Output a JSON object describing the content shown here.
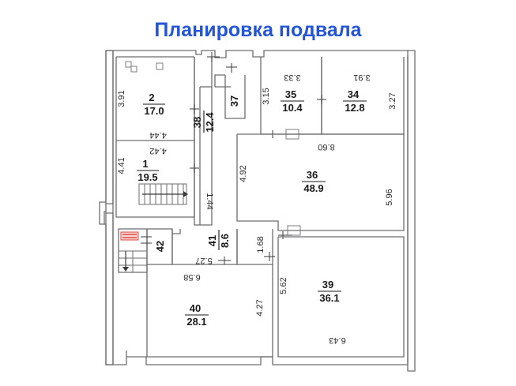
{
  "page": {
    "title": "Планировка подвала",
    "title_color": "#2256d6",
    "background_color": "#ffffff",
    "plan_line_color": "#6d6e70",
    "accent_marker_color": "#e2483f",
    "plan_type": "floor-plan",
    "floor_label": "подвал"
  },
  "rooms": [
    {
      "id": "r2",
      "number": "2",
      "area": "17.0",
      "dims": [
        "3.91",
        "4.44"
      ]
    },
    {
      "id": "r1",
      "number": "1",
      "area": "19.5",
      "dims": [
        "4.41",
        "4.42"
      ]
    },
    {
      "id": "r38",
      "number": "38",
      "area": "12.4",
      "dims": []
    },
    {
      "id": "r37",
      "number": "37",
      "area": "",
      "dims": []
    },
    {
      "id": "r35",
      "number": "35",
      "area": "10.4",
      "dims": [
        "3.33",
        "3.15"
      ]
    },
    {
      "id": "r34",
      "number": "34",
      "area": "12.8",
      "dims": [
        "3.91",
        "3.27"
      ]
    },
    {
      "id": "r36",
      "number": "36",
      "area": "48.9",
      "dims": [
        "4.92",
        "8.60",
        "5.96"
      ]
    },
    {
      "id": "r42",
      "number": "42",
      "area": "",
      "dims": []
    },
    {
      "id": "r41",
      "number": "41",
      "area": "8.6",
      "dims": [
        "5.27",
        "1.68"
      ]
    },
    {
      "id": "r40",
      "number": "40",
      "area": "28.1",
      "dims": [
        "6.58",
        "4.27"
      ]
    },
    {
      "id": "r39",
      "number": "39",
      "area": "36.1",
      "dims": [
        "5.62",
        "6.43"
      ]
    }
  ],
  "dimensions": {
    "d_3_91_left": "3.91",
    "d_4_44": "4.44",
    "d_4_42": "4.42",
    "d_4_41": "4.41",
    "d_1_44": "1.44",
    "d_3_15": "3.15",
    "d_3_33": "3.33",
    "d_3_91_right": "3.91",
    "d_3_27": "3.27",
    "d_8_60": "8.60",
    "d_4_92": "4.92",
    "d_5_96": "5.96",
    "d_5_27": "5.27",
    "d_1_68": "1.68",
    "d_6_58": "6.58",
    "d_4_27": "4.27",
    "d_5_62": "5.62",
    "d_6_43": "6.43"
  },
  "labels": {
    "r2_num": "2",
    "r2_area": "17.0",
    "r1_num": "1",
    "r1_area": "19.5",
    "r38_num": "38",
    "r38_area": "12.4",
    "r37_num": "37",
    "r35_num": "35",
    "r35_area": "10.4",
    "r34_num": "34",
    "r34_area": "12.8",
    "r36_num": "36",
    "r36_area": "48.9",
    "r42_num": "42",
    "r41_num": "41",
    "r41_area": "8.6",
    "r40_num": "40",
    "r40_area": "28.1",
    "r39_num": "39",
    "r39_area": "36.1"
  },
  "features": {
    "staircase_main": "staircase-icon",
    "staircase_entry": "entry-stairs-icon",
    "red_marker": "red-highlight-marker",
    "doors": "door-swing-markers",
    "windows": "window-markers"
  }
}
